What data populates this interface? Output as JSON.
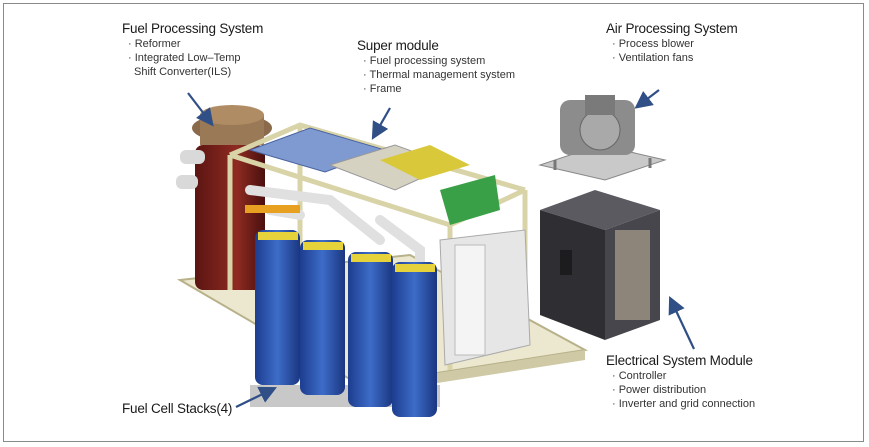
{
  "labels": {
    "fuel_processing": {
      "title": "Fuel Processing System",
      "items": [
        "· Reformer",
        "· Integrated Low–Temp",
        "Shift Converter(ILS)"
      ]
    },
    "super_module": {
      "title": "Super module",
      "items": [
        "· Fuel processing system",
        "· Thermal management system",
        "· Frame"
      ]
    },
    "air_processing": {
      "title": "Air Processing System",
      "items": [
        "· Process blower",
        "· Ventilation fans"
      ]
    },
    "electrical": {
      "title": "Electrical System Module",
      "items": [
        "· Controller",
        "· Power distribution",
        "· Inverter and grid connection"
      ]
    },
    "stacks": {
      "title": "Fuel Cell Stacks(4)"
    }
  },
  "colors": {
    "arrow": "#2f4f86",
    "stack_blue": "#2a4fa8",
    "reformer_red": "#7a1f1a",
    "frame_cream": "#e8e2b8",
    "cabinet_gray": "#3c3c40"
  }
}
